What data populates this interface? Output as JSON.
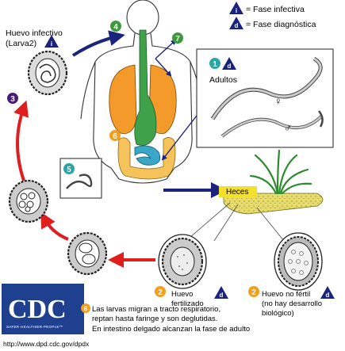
{
  "legend": {
    "infective": "= Fase infectiva",
    "diagnostic": "= Fase diagnóstica",
    "infective_mark": "i",
    "diagnostic_mark": "d"
  },
  "stages": {
    "egg_infective": {
      "label_line1": "Huevo infectivo",
      "label_line2": "(Larva2)",
      "mark": "i"
    },
    "adults": {
      "number": "1",
      "mark": "d",
      "label": "Adultos",
      "female_symbol": "♀",
      "male_symbol": "♂"
    },
    "feces": {
      "label": "Heces"
    },
    "fertilized": {
      "number": "2",
      "label_line1": "Huevo",
      "label_line2": "fertilizado",
      "mark": "d"
    },
    "unfertilized": {
      "number": "2",
      "label_line1": "Huevo no fértil",
      "label_line2": "(no hay desarrollo",
      "label_line3": "biológico)",
      "mark": "d"
    },
    "step3": {
      "number": "3"
    },
    "step4": {
      "number": "4"
    },
    "step5": {
      "number": "5"
    },
    "step6": {
      "number": "6",
      "note_line1": "Las larvas migran a tracto respiratorio,",
      "note_line2": "reptan hasta faringe y son deglutidas.",
      "note_line3": "En intestino delgado alcanzan la fase de adulto"
    },
    "step7": {
      "number": "7"
    }
  },
  "logo": {
    "text": "CDC",
    "tagline": "SAFER·HEALTHIER·PEOPLE™"
  },
  "footer": {
    "url": "http://www.dpd.cdc.gov/dpdx"
  },
  "colors": {
    "green_badge": "#3c9a3c",
    "orange_badge": "#f0a020",
    "teal_badge": "#2aa5a5",
    "purple_badge": "#4a1a78",
    "navy": "#1a237e",
    "red_arrow": "#e01e1e",
    "lungs": "#f39a2a",
    "esophagus": "#3fa24a",
    "intestine": "#f6c35a",
    "small_intestine": "#3aa7c8",
    "soil": "#e8dc6a",
    "cdc_blue": "#1f3f8f"
  }
}
